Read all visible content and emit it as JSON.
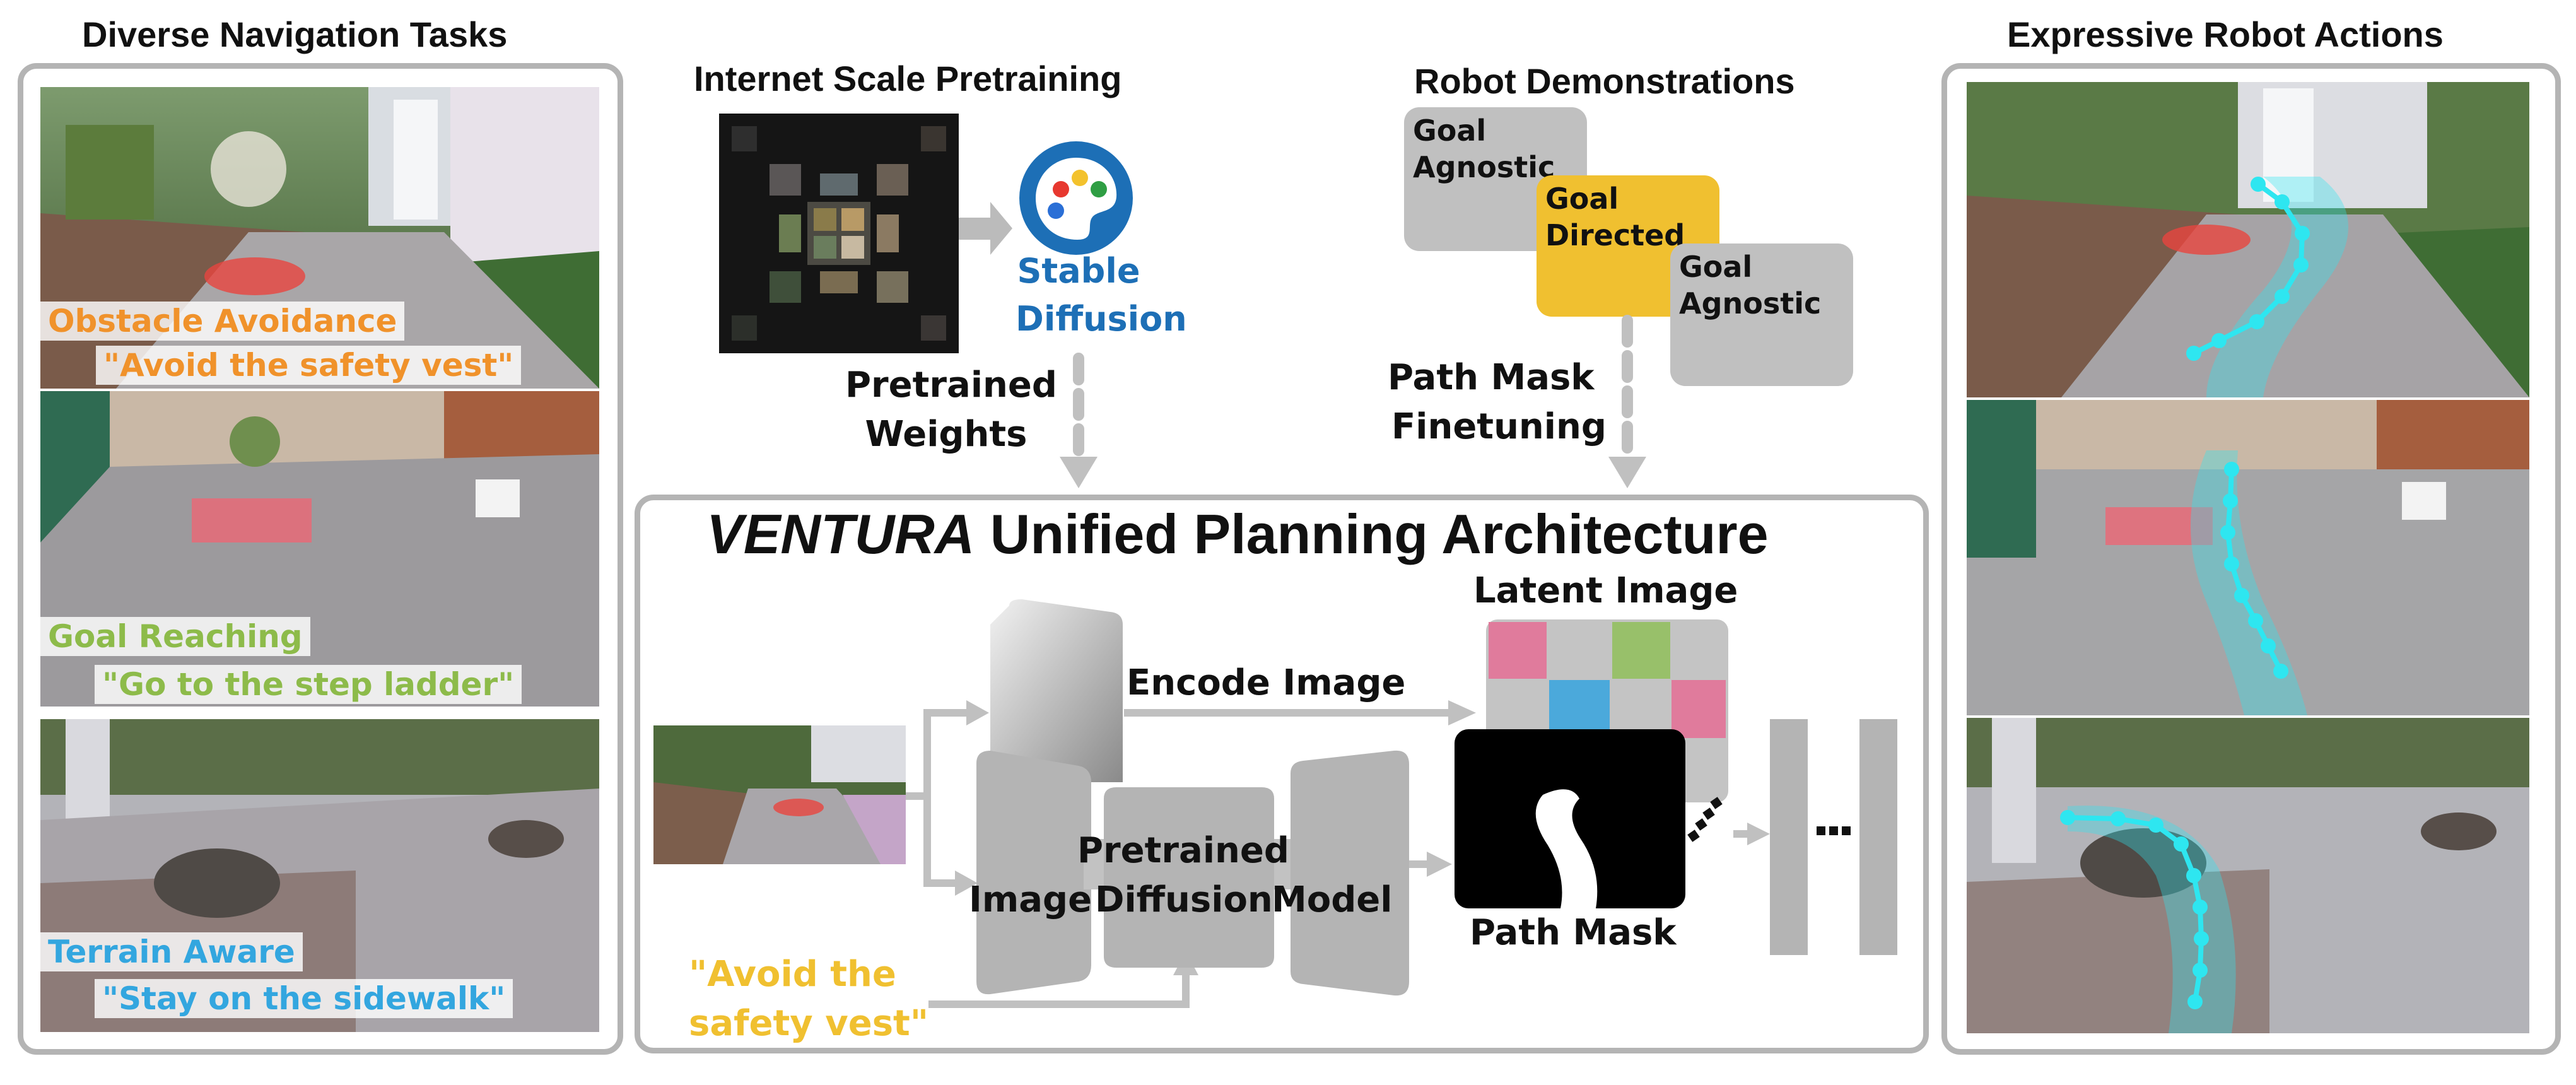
{
  "left": {
    "title": "Diverse Navigation Tasks",
    "tasks": [
      {
        "name": "Obstacle Avoidance",
        "instruction": "\"Avoid the safety vest\"",
        "color": "#f0922b"
      },
      {
        "name": "Goal Reaching",
        "instruction": "\"Go to the step ladder\"",
        "color": "#8dbb4a"
      },
      {
        "name": "Terrain Aware",
        "instruction": "\"Stay on the sidewalk\"",
        "color": "#33a6df"
      }
    ]
  },
  "pretraining": {
    "title": "Internet Scale Pretraining",
    "model_line1": "Stable",
    "model_line2": "Diffusion",
    "model_color": "#1d6fb6",
    "arrow_line1": "Pretrained",
    "arrow_line2": "Weights"
  },
  "demos": {
    "title": "Robot Demonstrations",
    "box1_line1": "Goal",
    "box1_line2": "Agnostic",
    "box2_line1": "Goal",
    "box2_line2": "Directed",
    "box3_line1": "Goal",
    "box3_line2": "Agnostic",
    "highlight_color": "#f0c030",
    "arrow_line1": "Path Mask",
    "arrow_line2": "Finetuning"
  },
  "architecture": {
    "title_italic": "VENTURA",
    "title_rest": " Unified Planning Architecture",
    "encode_label": "Encode Image",
    "latent_label": "Latent Image",
    "model_word1": "Image",
    "model_word2": "Pretrained",
    "model_word3": "Diffusion",
    "model_word4": "Model",
    "mask_label": "Path Mask",
    "prompt_line1": "\"Avoid the",
    "prompt_line2": "safety vest\"",
    "prompt_color": "#f0c030"
  },
  "right": {
    "title": "Expressive Robot Actions",
    "path_color": "#2ee6f0"
  }
}
